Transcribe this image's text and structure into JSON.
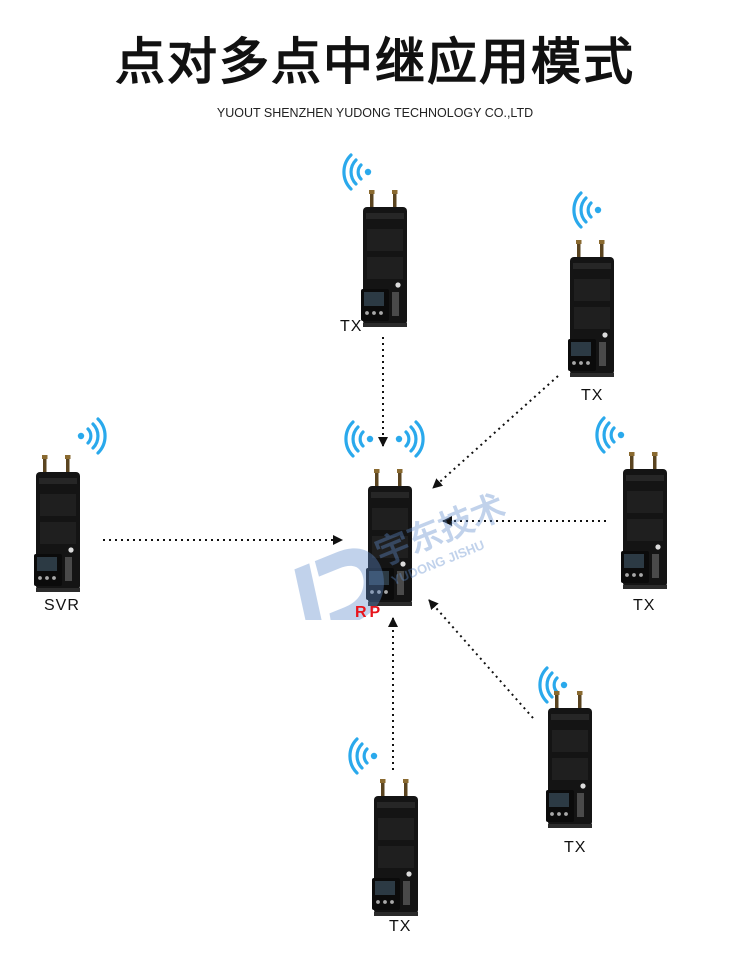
{
  "title": "点对多点中继应用模式",
  "subtitle": "YUOUT SHENZHEN YUDONG TECHNOLOGY CO.,LTD",
  "nodes": {
    "tx_top": "TX",
    "tx_upper_right": "TX",
    "tx_right": "TX",
    "tx_lower_right": "TX",
    "tx_bottom": "TX",
    "svr": "SVR",
    "rp": "RP"
  },
  "watermark": {
    "cn": "宇东技术",
    "en": "YUDONG JISHU"
  },
  "colors": {
    "signal": "#2aa9ec",
    "relay_label": "#e8141b",
    "device": "#141414",
    "arrow": "#111111"
  }
}
